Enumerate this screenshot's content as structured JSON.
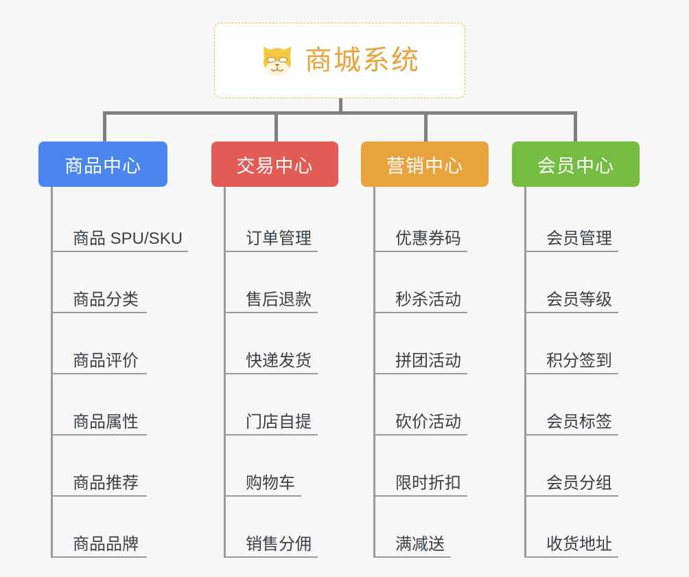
{
  "background_color": "#f7f7f7",
  "root": {
    "title": "商城系统",
    "icon": "shiba-inu-dog-face-emoji",
    "title_color": "#e8a33d",
    "border_color": "#e7b864",
    "background": "#fefefe"
  },
  "connector_color": "#808080",
  "leaf_line_color": "#9a9a9a",
  "categories": [
    {
      "label": "商品中心",
      "color": "#4a86ee",
      "items": [
        {
          "label": "商品 SPU/SKU",
          "line_width": 200
        },
        {
          "label": "商品分类",
          "line_width": 140
        },
        {
          "label": "商品评价",
          "line_width": 140
        },
        {
          "label": "商品属性",
          "line_width": 140
        },
        {
          "label": "商品推荐",
          "line_width": 140
        },
        {
          "label": "商品品牌",
          "line_width": 140
        }
      ]
    },
    {
      "label": "交易中心",
      "color": "#e35b55",
      "items": [
        {
          "label": "订单管理",
          "line_width": 137
        },
        {
          "label": "售后退款",
          "line_width": 137
        },
        {
          "label": "快递发货",
          "line_width": 137
        },
        {
          "label": "门店自提",
          "line_width": 137
        },
        {
          "label": "购物车",
          "line_width": 113
        },
        {
          "label": "销售分佣",
          "line_width": 137
        }
      ]
    },
    {
      "label": "营销中心",
      "color": "#e8a33d",
      "items": [
        {
          "label": "优惠券码",
          "line_width": 137
        },
        {
          "label": "秒杀活动",
          "line_width": 137
        },
        {
          "label": "拼团活动",
          "line_width": 137
        },
        {
          "label": "砍价活动",
          "line_width": 137
        },
        {
          "label": "限时折扣",
          "line_width": 137
        },
        {
          "label": "满减送",
          "line_width": 113
        }
      ]
    },
    {
      "label": "会员中心",
      "color": "#76bc43",
      "items": [
        {
          "label": "会员管理",
          "line_width": 137
        },
        {
          "label": "会员等级",
          "line_width": 137
        },
        {
          "label": "积分签到",
          "line_width": 137
        },
        {
          "label": "会员标签",
          "line_width": 137
        },
        {
          "label": "会员分组",
          "line_width": 137
        },
        {
          "label": "收货地址",
          "line_width": 137
        }
      ]
    }
  ]
}
